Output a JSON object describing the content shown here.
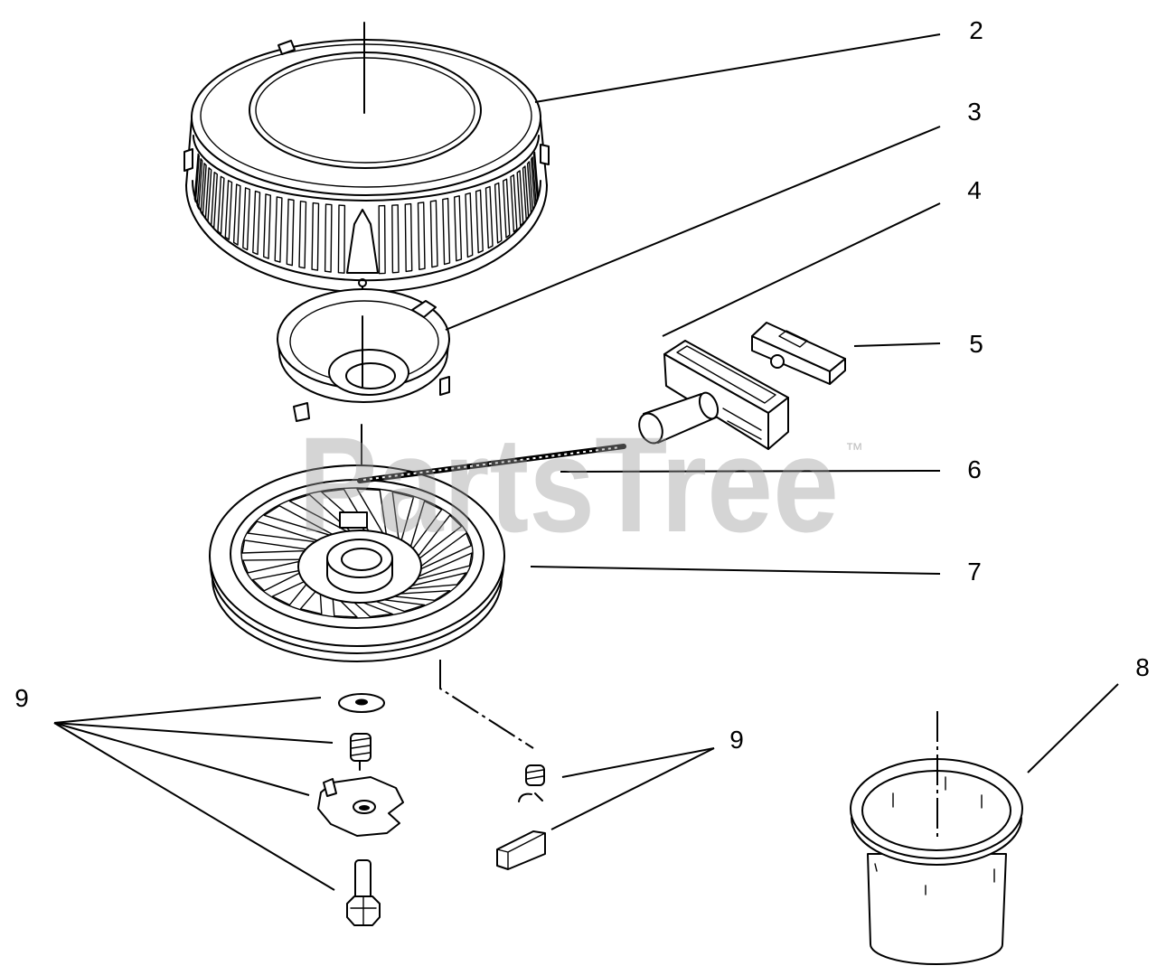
{
  "diagram": {
    "callouts": {
      "housing": "2",
      "spring_cover": "3",
      "handle": "4",
      "handle_insert": "5",
      "rope": "6",
      "pulley": "7",
      "cup": "8",
      "pawl_kit_left": "9",
      "pawl_kit_right": "9"
    }
  },
  "watermark": {
    "text": "PartsTree",
    "trademark": "™"
  },
  "colors": {
    "line": "#000000",
    "background": "#ffffff",
    "watermark": "#c8c8c8"
  }
}
